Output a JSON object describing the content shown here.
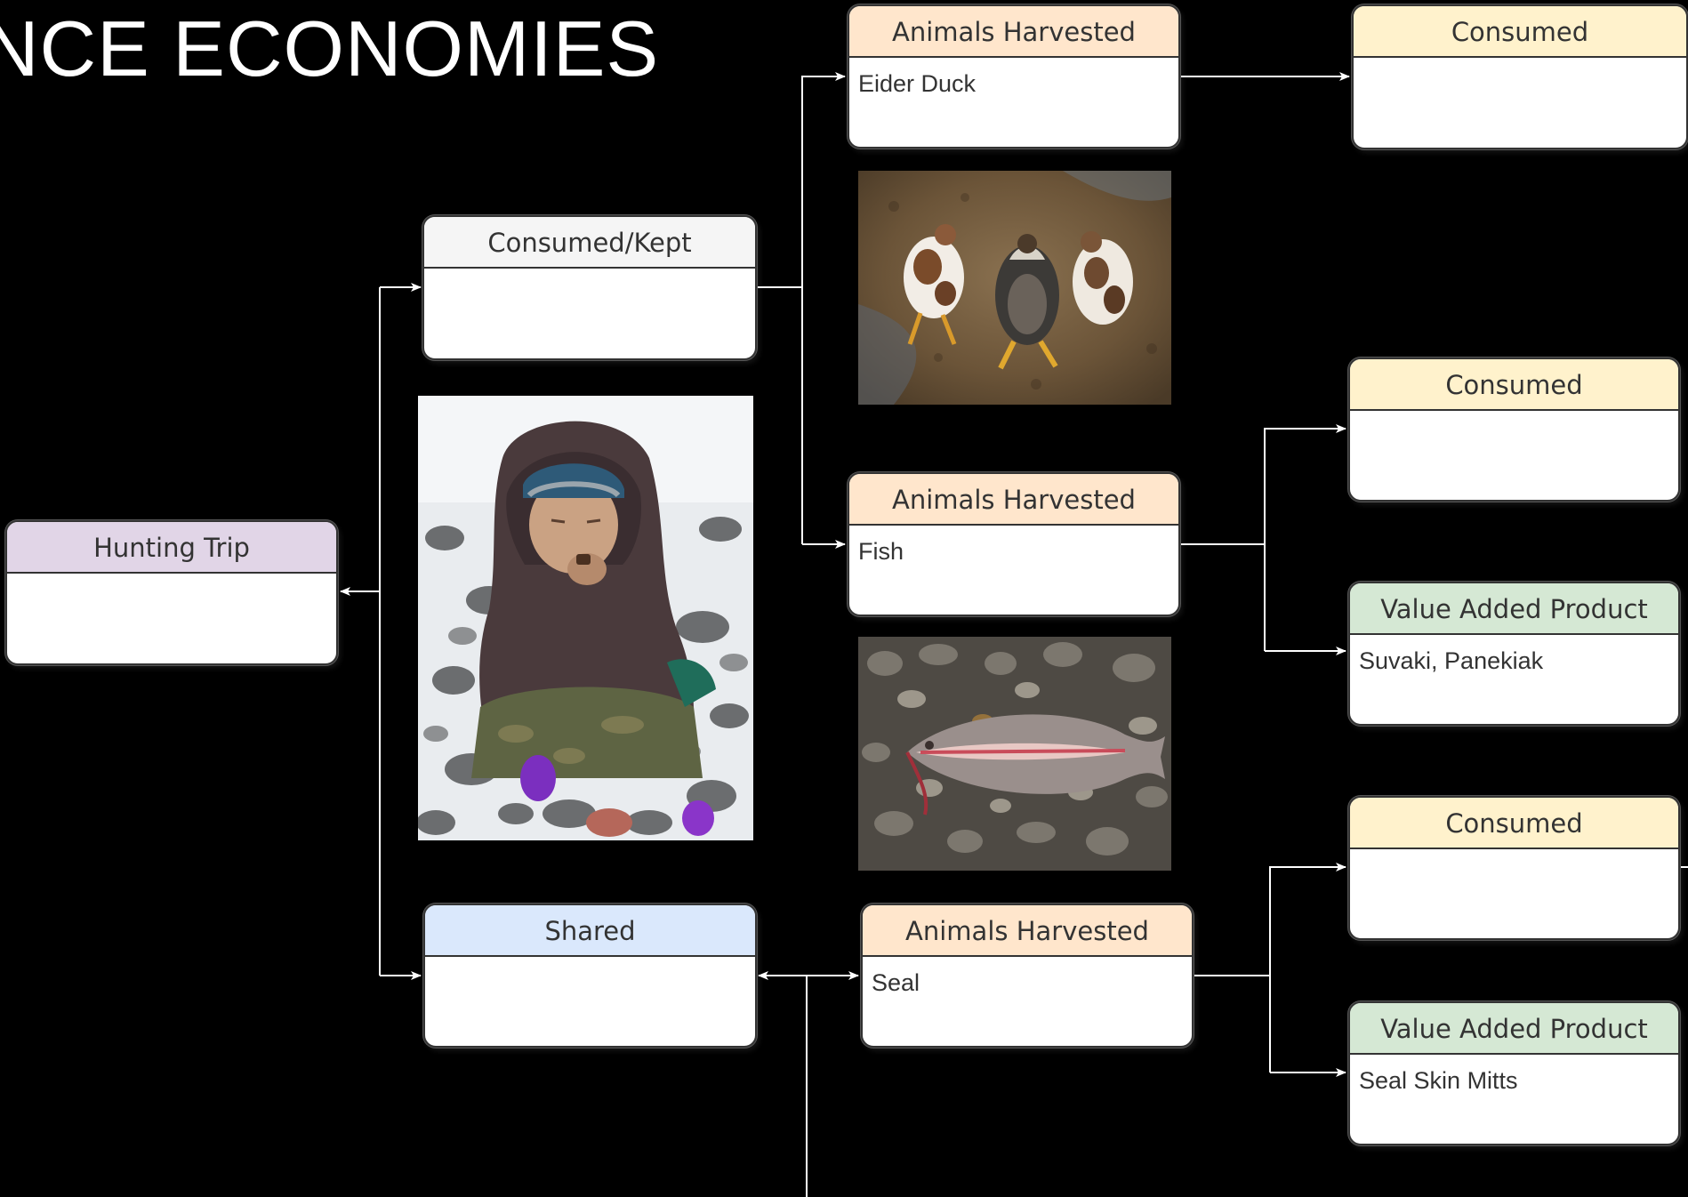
{
  "title": "NCE ECONOMIES",
  "nodes": {
    "hunting_trip": {
      "header": "Hunting Trip",
      "body": ""
    },
    "consumed_kept": {
      "header": "Consumed/Kept",
      "body": ""
    },
    "shared": {
      "header": "Shared",
      "body": ""
    },
    "harvest_duck": {
      "header": "Animals Harvested",
      "body": "Eider Duck"
    },
    "harvest_fish": {
      "header": "Animals Harvested",
      "body": "Fish"
    },
    "harvest_seal": {
      "header": "Animals Harvested",
      "body": "Seal"
    },
    "consumed_1": {
      "header": "Consumed",
      "body": ""
    },
    "consumed_2": {
      "header": "Consumed",
      "body": ""
    },
    "consumed_3": {
      "header": "Consumed",
      "body": ""
    },
    "value_added_1": {
      "header": "Value Added Product",
      "body": "Suvaki, Panekiak"
    },
    "value_added_2": {
      "header": "Value Added Product",
      "body": "Seal Skin Mitts"
    }
  },
  "colors": {
    "background": "#000000",
    "connector": "#ffffff",
    "purple_header": "#e1d5e7",
    "gray_header": "#f5f5f5",
    "blue_header": "#dae8fc",
    "orange_header": "#ffe6cc",
    "yellow_header": "#fff2cc",
    "green_header": "#d5e8d4"
  },
  "icons": [
    "duck-photo",
    "person-eating-photo",
    "fish-photo"
  ]
}
